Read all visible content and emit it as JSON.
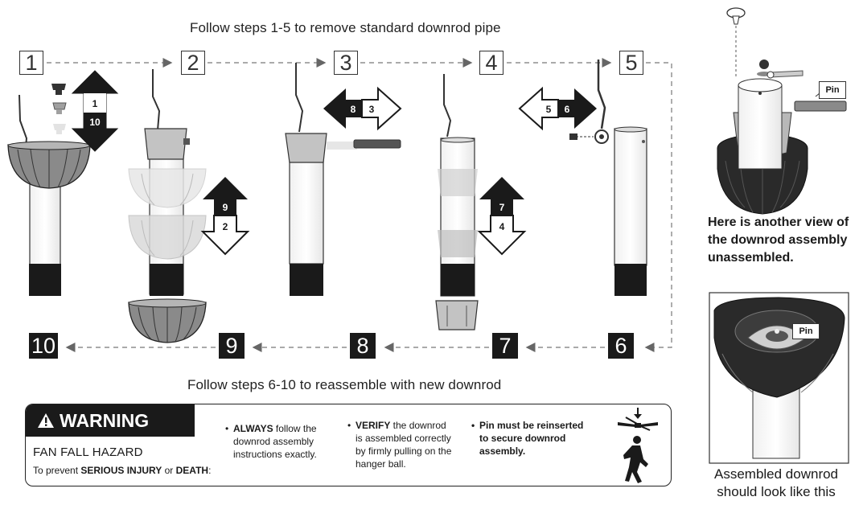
{
  "headings": {
    "top": "Follow steps 1-5 to remove standard downrod pipe",
    "bottom": "Follow steps 6-10 to reassemble with new downrod"
  },
  "steps_top": [
    "1",
    "2",
    "3",
    "4",
    "5"
  ],
  "steps_bottom": [
    "10",
    "9",
    "8",
    "7",
    "6"
  ],
  "arrow_labels": {
    "a1_top": "1",
    "a1_bottom": "10",
    "a2_top": "9",
    "a2_bottom": "2",
    "a3_left": "8",
    "a3_right": "3",
    "a4_top": "7",
    "a4_bottom": "4",
    "a5_left": "5",
    "a5_right": "6"
  },
  "side": {
    "pin_label_1": "Pin",
    "caption_1": [
      "Here is another view of",
      "the downrod assembly",
      "unassembled."
    ],
    "pin_label_2": "Pin",
    "caption_2": [
      "Assembled downrod",
      "should look like this"
    ]
  },
  "warning": {
    "title": "WARNING",
    "hazard": "FAN FALL HAZARD",
    "desc_prefix": "To prevent ",
    "desc_bold_1": "SERIOUS INJURY",
    "desc_mid": " or ",
    "desc_bold_2": "DEATH",
    "desc_suffix": ":",
    "b1_bold": "ALWAYS",
    "b1_rest_1": " follow the",
    "b1_rest_2": "downrod assembly",
    "b1_rest_3": "instructions exactly.",
    "b2_bold": "VERIFY",
    "b2_rest_1": " the downrod",
    "b2_rest_2": "is assembled correctly",
    "b2_rest_3": "by firmly pulling on the",
    "b2_rest_4": "hanger ball.",
    "b3_line_1": "Pin must be reinserted",
    "b3_line_2": "to secure downrod",
    "b3_line_3": "assembly."
  },
  "colors": {
    "ink": "#1a1a1a",
    "canopy_gray": "#8a8a8a",
    "collar_gray": "#bdbdbd",
    "ghost_gray": "#e2e2e2"
  }
}
